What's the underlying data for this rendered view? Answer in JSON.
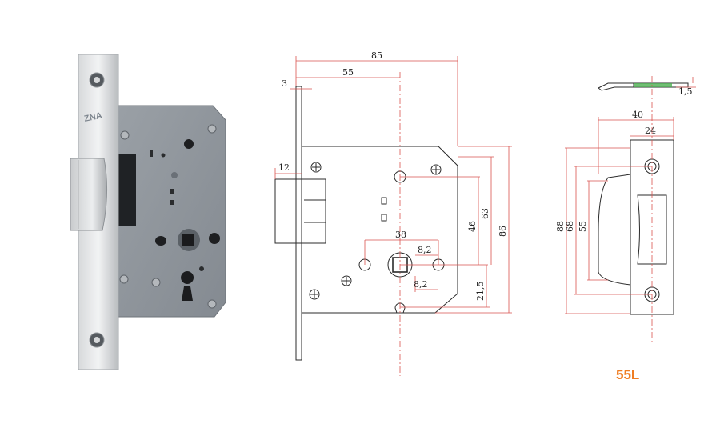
{
  "product": {
    "brand_mark": "ZNA",
    "model_label": "55L"
  },
  "front_view": {
    "overall_width": "85",
    "backset": "55",
    "faceplate_thickness": "3",
    "latch_projection": "12",
    "follower_to_cylinder": "38",
    "screw_offset_upper": "8,2",
    "screw_offset_lower": "8,2",
    "follower_height": "46",
    "upper_screw_height": "63",
    "body_height": "86",
    "cylinder_height": "21,5"
  },
  "strike_plate": {
    "total_height": "88",
    "screw_spacing": "68",
    "opening_height": "55",
    "plate_width": "40",
    "opening_width": "24",
    "lip_thickness": "1,5"
  },
  "colors": {
    "dimension_red": "#d9534f",
    "drawing_line": "#2b2b2b",
    "accent_green": "#4caf50",
    "model_orange": "#ef7d22"
  }
}
